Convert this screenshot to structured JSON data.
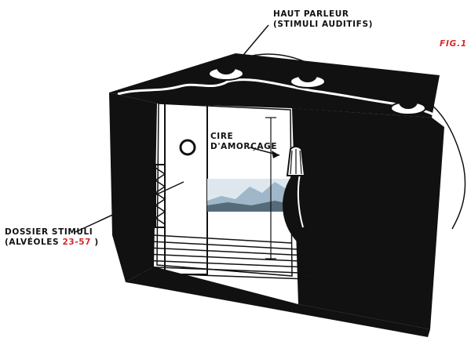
{
  "figure": {
    "label": "FIG.1"
  },
  "labels": {
    "speaker_line1": "HAUT PARLEUR",
    "speaker_line2": "(STIMULI AUDITIFS)",
    "wax_line1": "CIRE",
    "wax_line2": "D'AMORÇAGE",
    "folder_line1": "DOSSIER STIMULI",
    "folder_line2_prefix": "(ALVÉOLES ",
    "folder_line2_range": "23-57",
    "folder_line2_suffix": " )"
  },
  "colors": {
    "ink": "#111111",
    "paper": "#ffffff",
    "accent_red": "#d42a2a",
    "landscape": "#9fb7c9"
  },
  "icons": {
    "speakers": [
      "speaker-icon",
      "speaker-icon",
      "speaker-icon"
    ],
    "wax_bell": "wax-bell-icon",
    "sphere": "sphere-icon"
  }
}
